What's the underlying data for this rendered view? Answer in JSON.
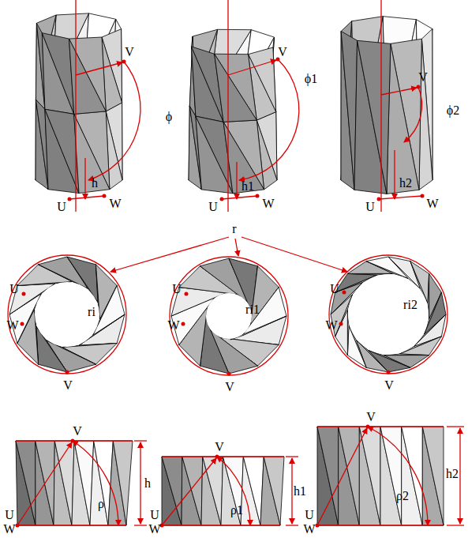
{
  "diagram": {
    "labels": [
      "V",
      "ϕ",
      "h",
      "U",
      "W",
      "V",
      "ϕ1",
      "h1",
      "U",
      "W",
      "V",
      "ϕ2",
      "h2",
      "U",
      "W",
      "r",
      "U",
      "W",
      "ri",
      "V",
      "U",
      "W",
      "ri1",
      "V",
      "U",
      "W",
      "ri2",
      "V",
      "V",
      "ρ",
      "h",
      "U",
      "W",
      "V",
      "ρ1",
      "h1",
      "U",
      "W",
      "V",
      "ρ2",
      "h2",
      "U",
      "W"
    ]
  }
}
